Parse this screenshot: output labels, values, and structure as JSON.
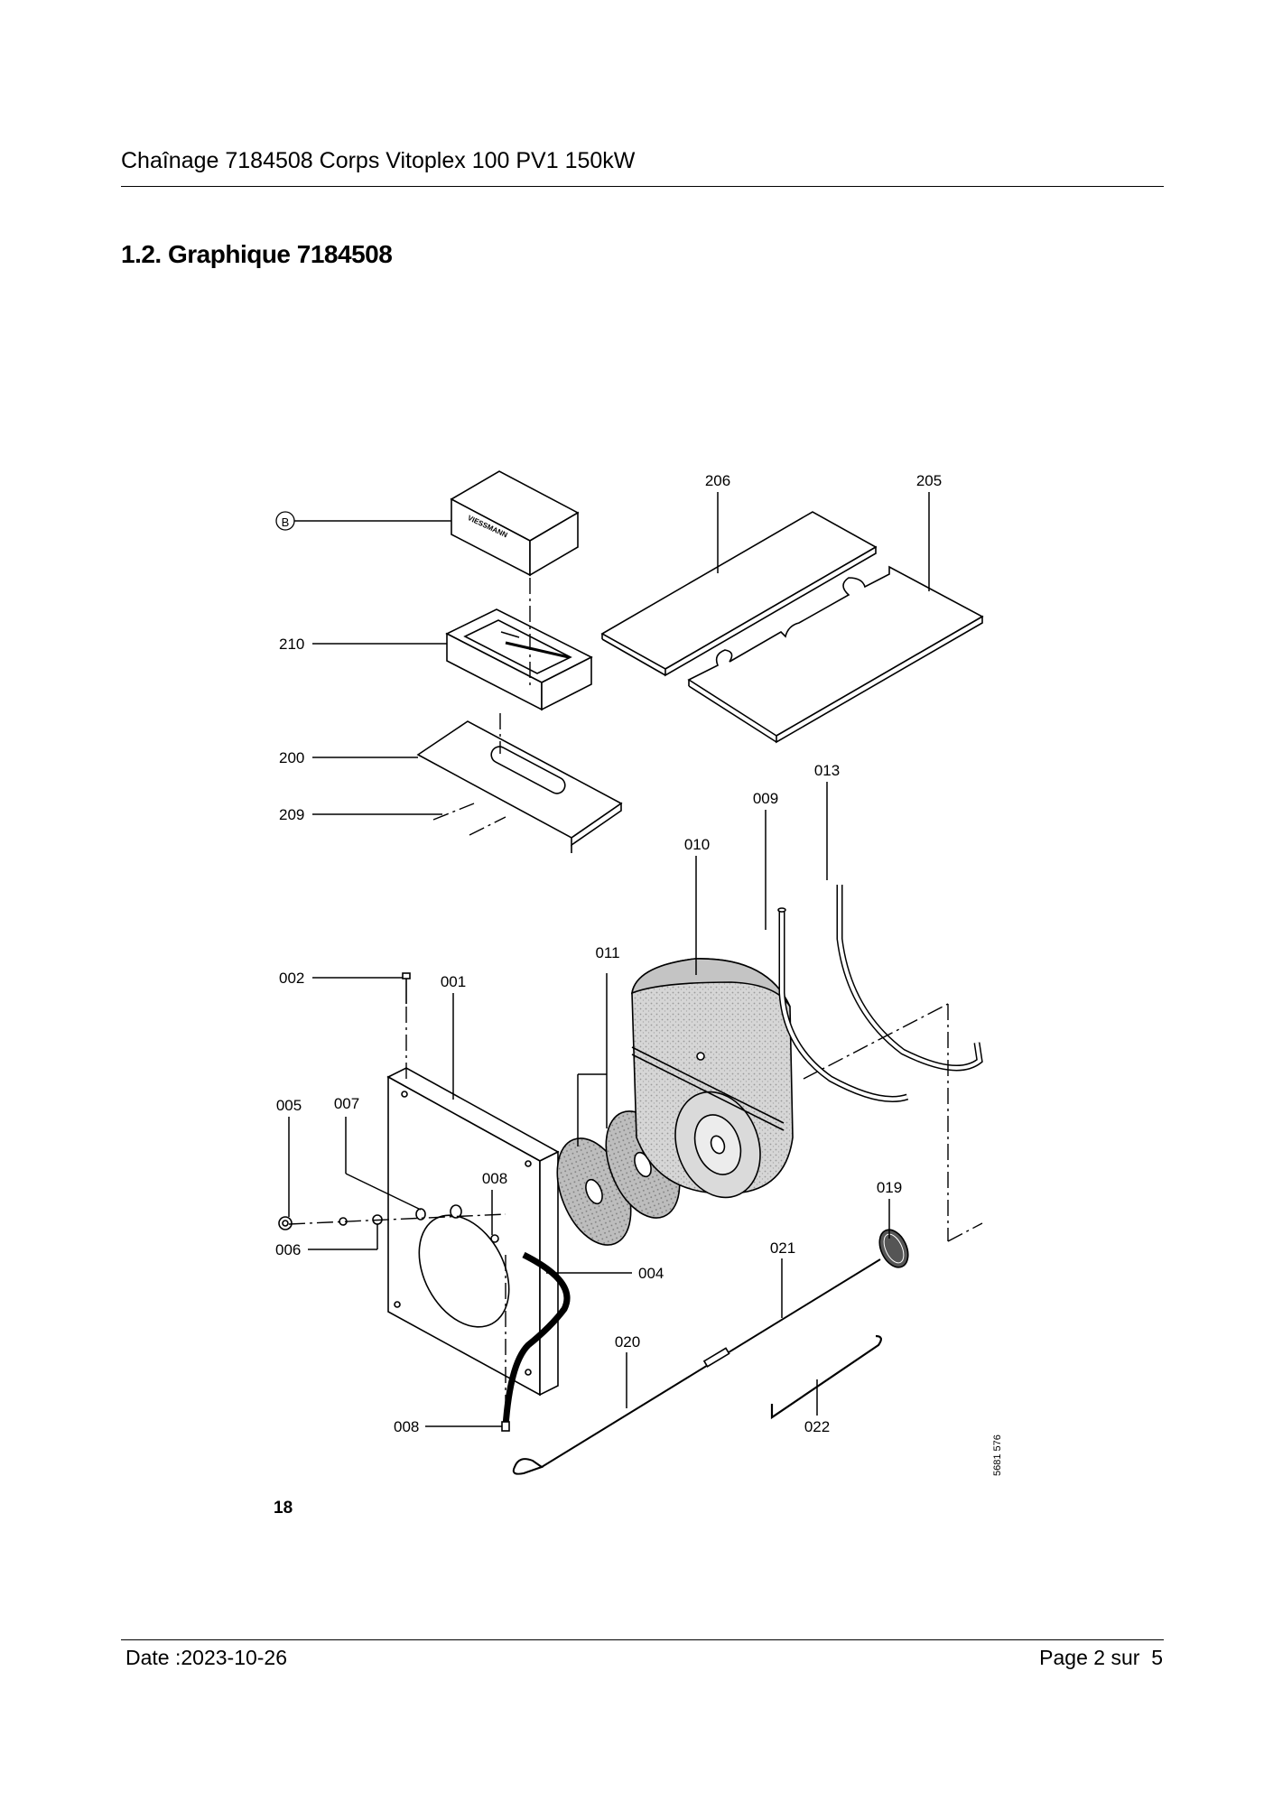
{
  "header": {
    "title": "Chaînage 7184508 Corps Vitoplex 100 PV1 150kW"
  },
  "section": {
    "heading": "1.2. Graphique 7184508"
  },
  "drawing": {
    "callouts": {
      "B": "B",
      "p206": "206",
      "p205": "205",
      "p210": "210",
      "p200": "200",
      "p209": "209",
      "p013": "013",
      "p009": "009",
      "p010": "010",
      "p011": "011",
      "p002": "002",
      "p001": "001",
      "p005": "005",
      "p007": "007",
      "p008a": "008",
      "p019": "019",
      "p006": "006",
      "p004": "004",
      "p021": "021",
      "p020": "020",
      "p008b": "008",
      "p022": "022"
    },
    "figure_code": "5681 576",
    "figure_number": "18",
    "cover_logo_text": "VIESSMANN"
  },
  "footer": {
    "date": "Date :2023-10-26",
    "page_prefix": "Page 2 sur",
    "page_total": "5"
  }
}
